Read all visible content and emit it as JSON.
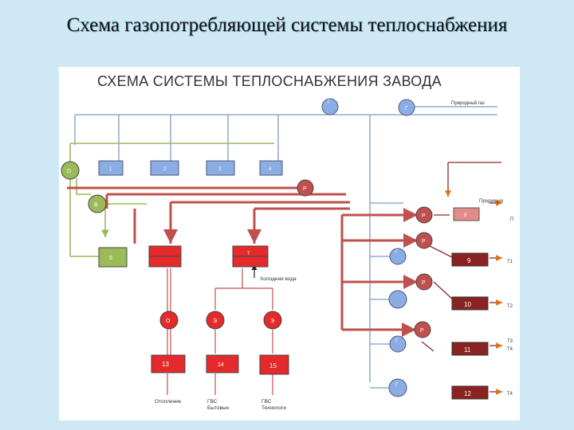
{
  "slide_title": "Схема газопотребляющей системы теплоснабжения",
  "diagram": {
    "title": "СХЕМА СИСТЕМЫ ТЕПЛОСНАБЖЕНИЯ ЗАВОДА",
    "labels": {
      "natural_gas": "Природный газ",
      "product": "Продукция",
      "cold_water": "Холодная вода",
      "consumer_heating": "Отопление",
      "gvs_domestic": "ГВС\nБытовые",
      "gvs_technological": "ГВС\nТехнологи"
    },
    "node_labels": {
      "top_left_circle": "Г",
      "top_right_circle": "Г",
      "d_circle": "D",
      "b_circle": "B",
      "box1": "1",
      "box2": "2",
      "box3": "3",
      "box4": "4",
      "box5": "5",
      "p1": "P",
      "p2": "P",
      "p3": "P",
      "p4": "P",
      "p5": "P",
      "g_mid": "Г",
      "g_low1": "Г",
      "g_low2": "Г",
      "red_c1": "О",
      "red_c2": "Э",
      "red_c3": "Э",
      "box8": "8",
      "box9": "9",
      "box10": "10",
      "box11": "11",
      "box12": "12",
      "box13": "13",
      "box14": "14",
      "box15": "15",
      "tank2": "Т"
    },
    "outputs": {
      "o8": "П",
      "o9": "Т1",
      "o10": "Т2",
      "o11a": "Т3",
      "o11b": "Т4",
      "o12": "Т4"
    },
    "colors": {
      "blue_line": "#7f9bc4",
      "green_line": "#9bbb59",
      "red_line": "#c0504d",
      "dark_red_line": "#8b2a2a",
      "blue_node": "#8aaee3",
      "green_node": "#9bbb59",
      "red_node": "#e42a2a",
      "dark_red_box": "#8b2222",
      "pink_box": "#e38a8a"
    }
  }
}
